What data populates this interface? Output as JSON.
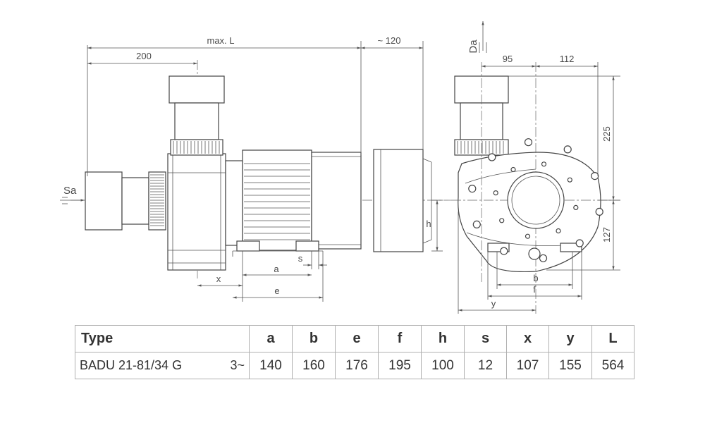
{
  "drawing": {
    "side_view": {
      "dim_max_l": "max. L",
      "dim_120": "~ 120",
      "dim_200": "200",
      "label_sa": "Sa",
      "dim_h": "h",
      "dim_s": "s",
      "dim_a": "a",
      "dim_x": "x",
      "dim_e": "e"
    },
    "front_view": {
      "label_da": "Da",
      "dim_95": "95",
      "dim_112": "112",
      "dim_225": "225",
      "dim_127": "127",
      "dim_b": "b",
      "dim_f": "f",
      "dim_y": "y"
    }
  },
  "table": {
    "headers": [
      "Type",
      "a",
      "b",
      "e",
      "f",
      "h",
      "s",
      "x",
      "y",
      "L"
    ],
    "rows": [
      {
        "type": "BADU 21-81/34 G",
        "phase": "3~",
        "values": [
          "140",
          "160",
          "176",
          "195",
          "100",
          "12",
          "107",
          "155",
          "564"
        ]
      }
    ]
  }
}
